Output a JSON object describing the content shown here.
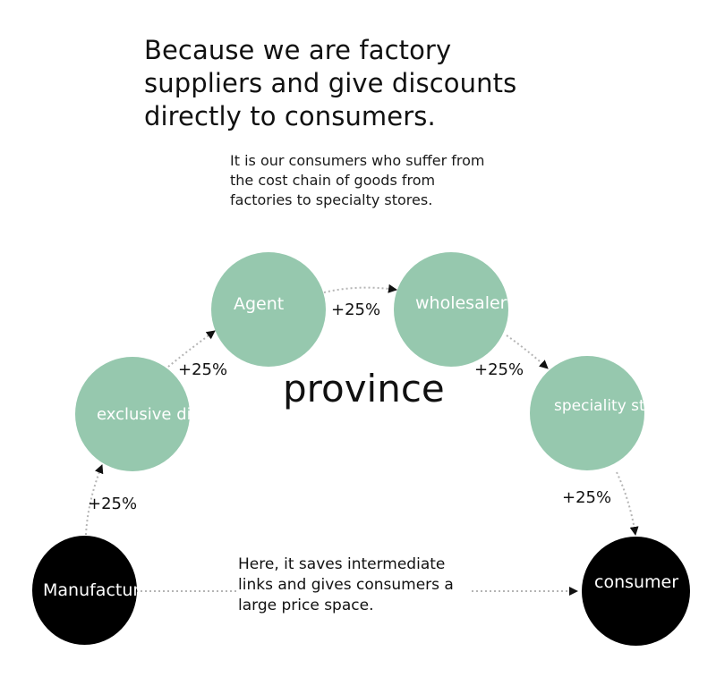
{
  "headline": "Because we are factory suppliers and give discounts directly to consumers.",
  "subtext": "It is our consumers who suffer from the cost chain of goods from factories to specialty stores.",
  "center_label": "province",
  "bottom_note": "Here, it saves intermediate links and gives consumers a large price space.",
  "nodes": {
    "manufacturer": "Manufacturer",
    "exclusive": "exclusive distributor",
    "agent": "Agent",
    "wholesaler": "wholesaler",
    "speciality": "speciality store",
    "consumer": "consumer"
  },
  "markups": {
    "manufacturer_to_exclusive": "+25%",
    "exclusive_to_agent": "+25%",
    "agent_to_wholesaler": "+25%",
    "wholesaler_to_speciality": "+25%",
    "speciality_to_consumer": "+25%"
  },
  "colors": {
    "channel_node": "#96c8ae",
    "endpoint_node": "#000000",
    "connector": "#b5b5b5",
    "arrowhead": "#111111"
  }
}
